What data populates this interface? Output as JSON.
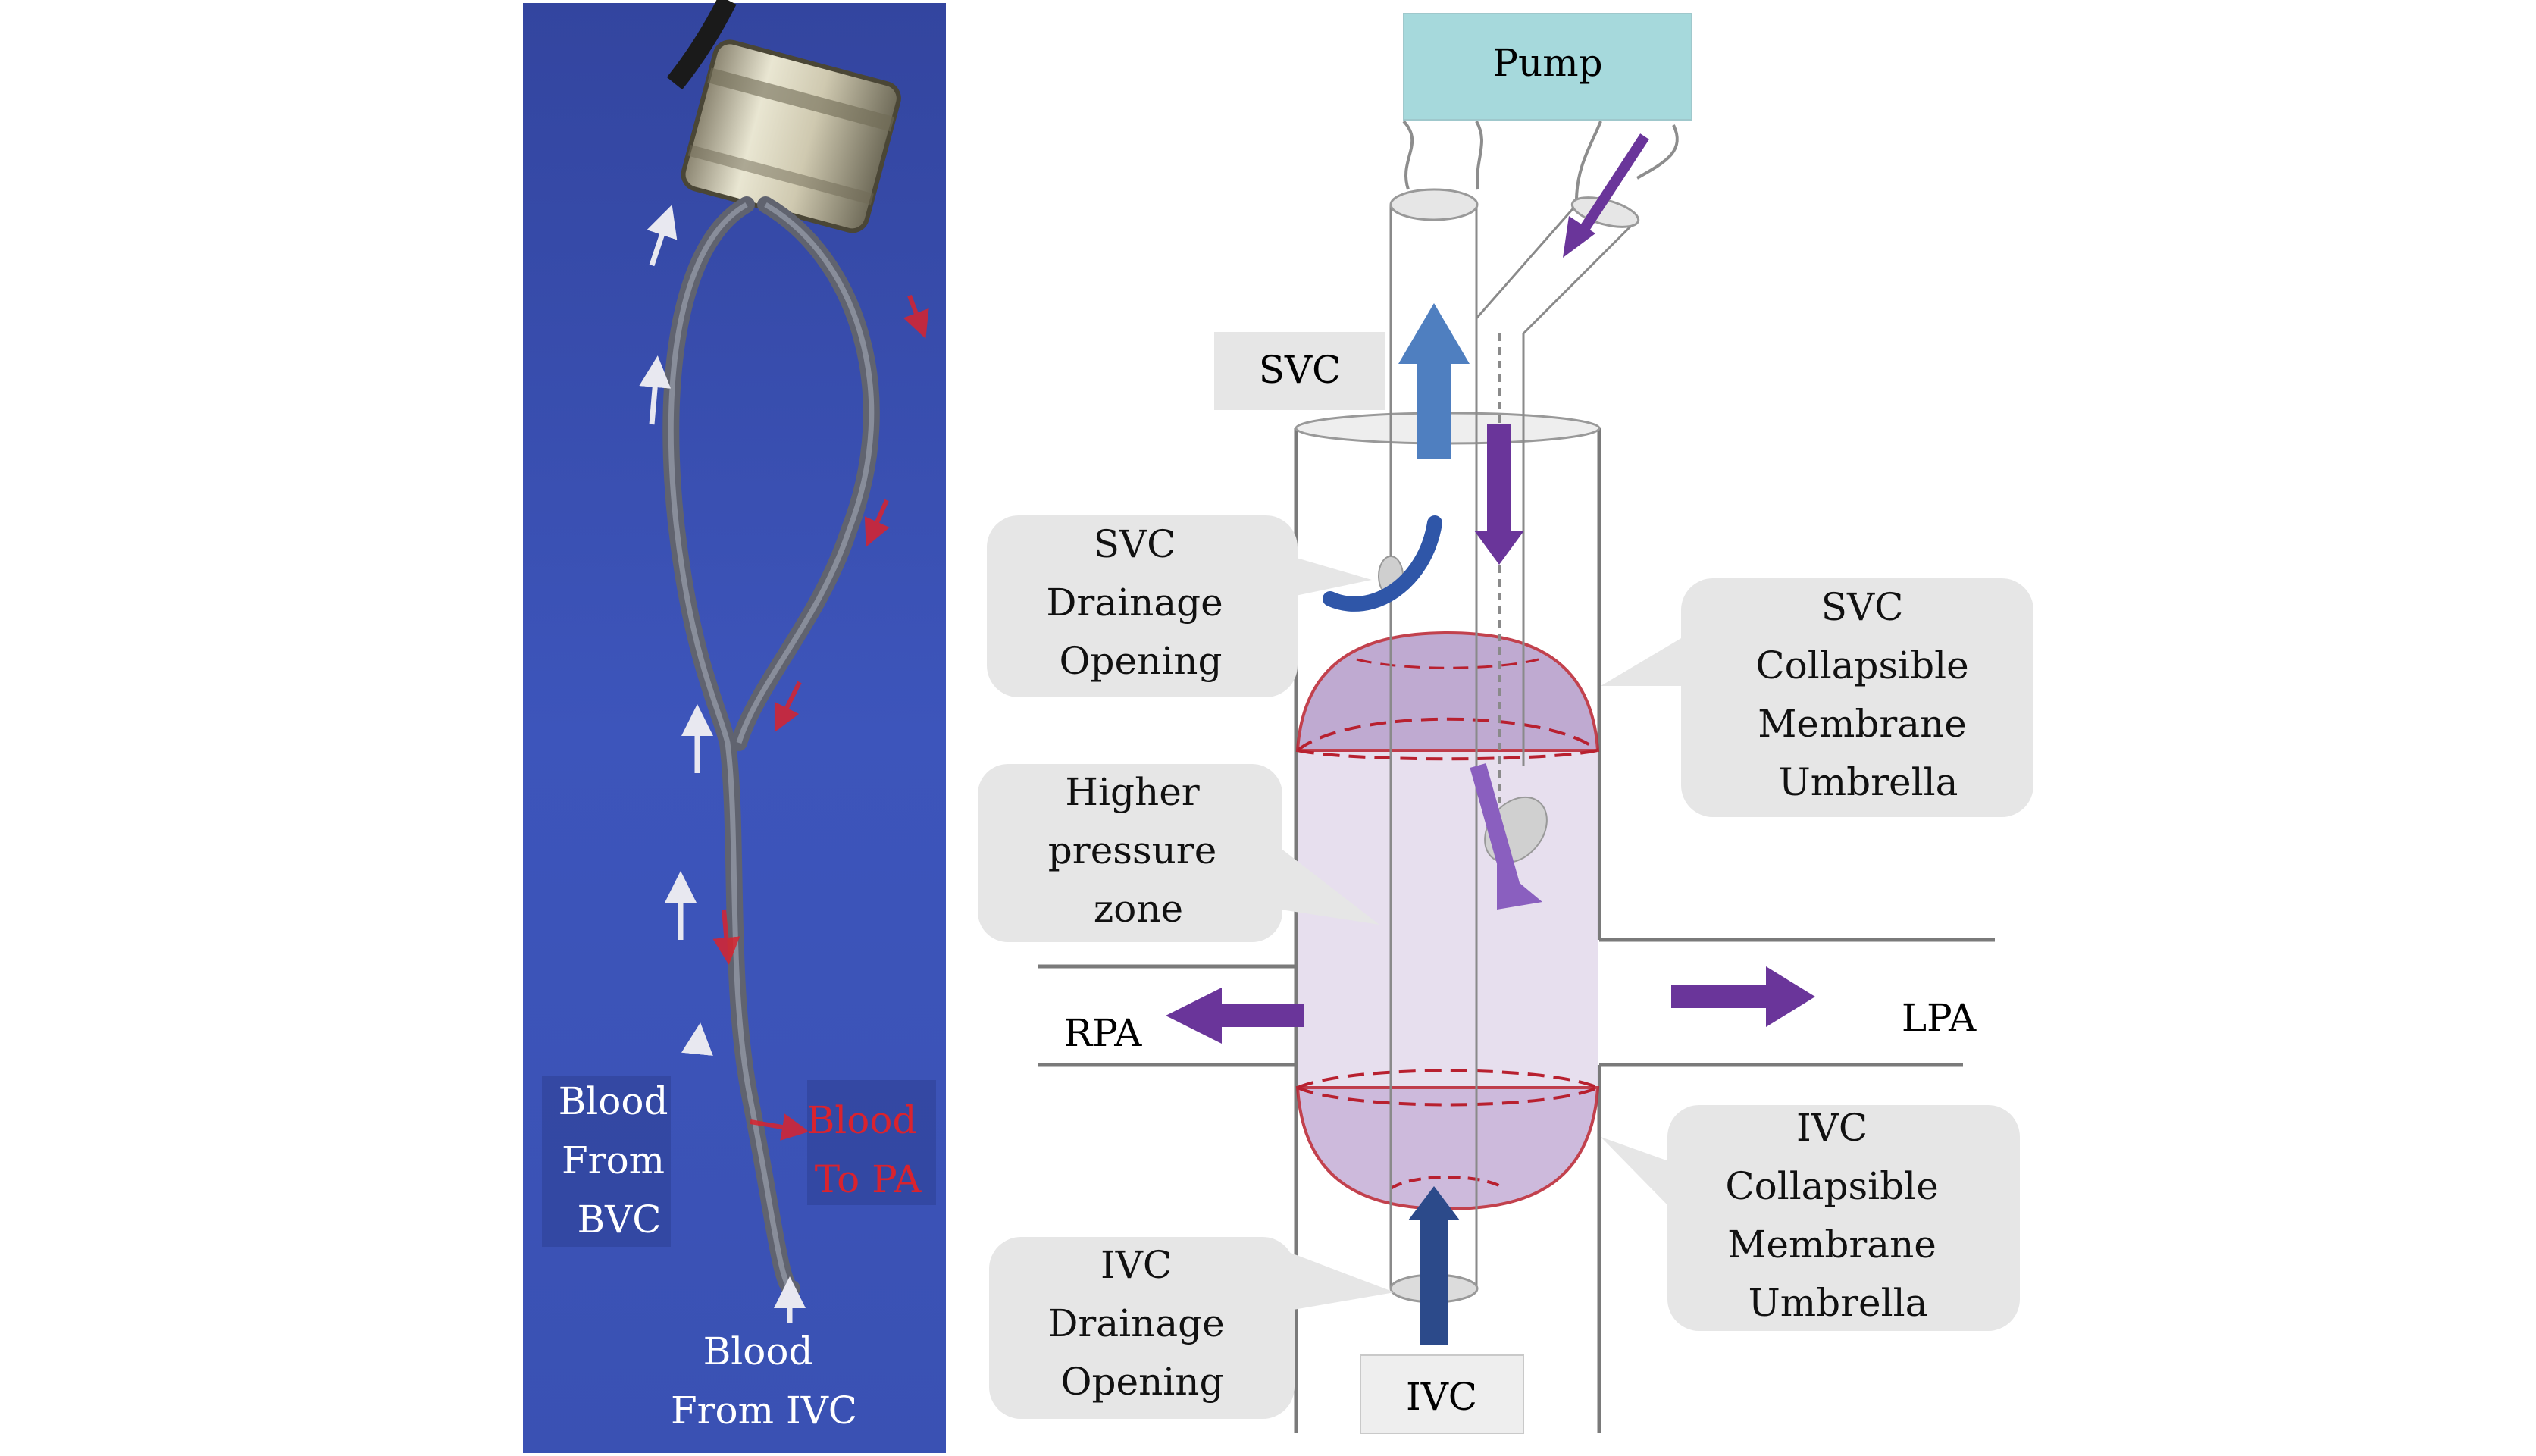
{
  "photo": {
    "labels": {
      "blood_from_bvc": [
        "Blood",
        "From",
        "BVC"
      ],
      "blood_to_pa": [
        "Blood",
        "To PA"
      ],
      "blood_from_ivc": [
        "Blood",
        "From IVC"
      ]
    }
  },
  "schematic": {
    "pump": "Pump",
    "svc": "SVC",
    "ivc": "IVC",
    "rpa": "RPA",
    "lpa": "LPA",
    "callouts": {
      "svc_drainage": [
        "SVC",
        "Drainage",
        "Opening"
      ],
      "svc_umbrella": [
        "SVC",
        "Collapsible",
        "Membrane",
        "Umbrella"
      ],
      "higher_pressure": [
        "Higher",
        "pressure",
        "zone"
      ],
      "ivc_umbrella": [
        "IVC",
        "Collapsible",
        "Membrane",
        "Umbrella"
      ],
      "ivc_drainage": [
        "IVC",
        "Drainage",
        "Opening"
      ]
    }
  },
  "colors": {
    "photo_background": "#3a4fb8",
    "photo_label_red": "#d9232e",
    "pump_box": "#a6d9dc",
    "label_box": "#e6e6e6",
    "umbrella_fill": "#b49cc9",
    "zone_fill": "#e4dbec",
    "umbrella_outline": "#b8202f",
    "arrow_blue": "#4f7fc0",
    "arrow_purple": "#6a359a",
    "arrow_navy": "#2c4a8a"
  }
}
